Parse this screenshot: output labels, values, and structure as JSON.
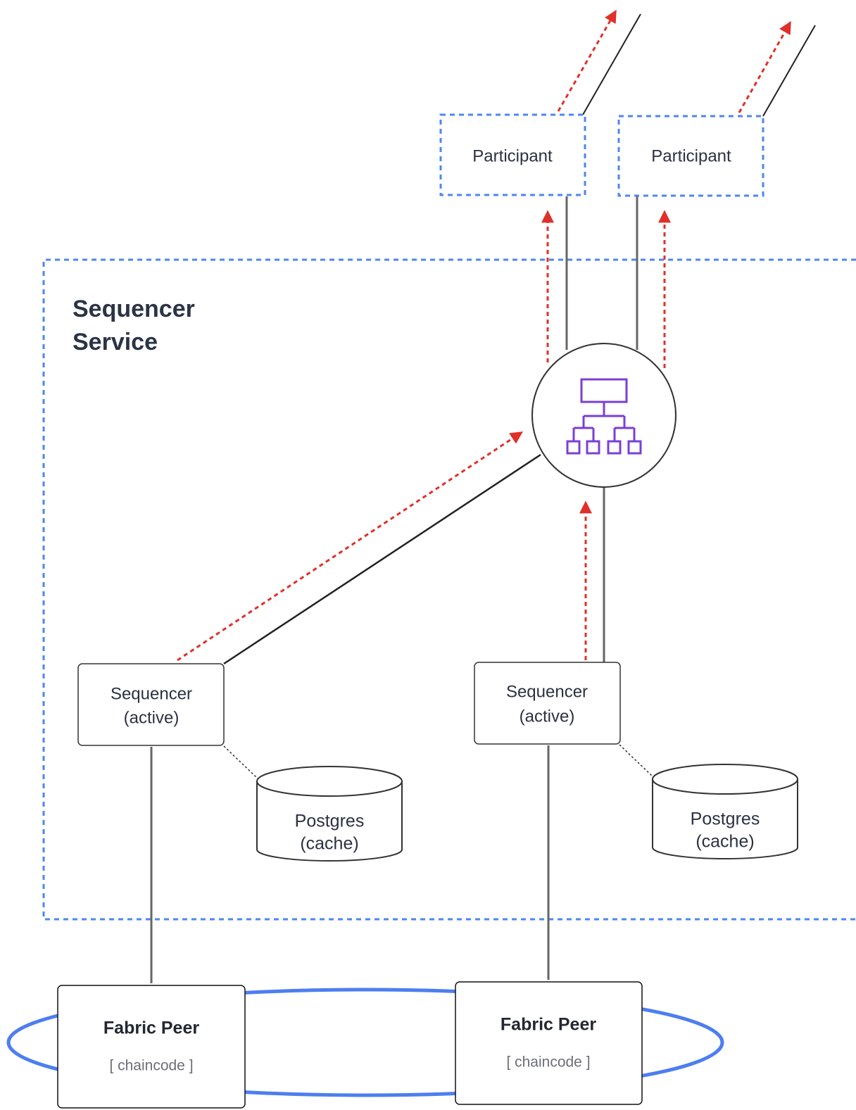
{
  "diagram": {
    "participants": [
      {
        "label": "Participant"
      },
      {
        "label": "Participant"
      }
    ],
    "sequencer_service": {
      "title_line1": "Sequencer",
      "title_line2": "Service"
    },
    "load_balancer": {
      "icon": "hierarchy-icon"
    },
    "sequencers": [
      {
        "line1": "Sequencer",
        "line2": "(active)"
      },
      {
        "line1": "Sequencer",
        "line2": "(active)"
      }
    ],
    "databases": [
      {
        "line1": "Postgres",
        "line2": "(cache)"
      },
      {
        "line1": "Postgres",
        "line2": "(cache)"
      }
    ],
    "fabric_peers": [
      {
        "title": "Fabric Peer",
        "sub": "[ chaincode ]"
      },
      {
        "title": "Fabric Peer",
        "sub": "[ chaincode ]"
      }
    ],
    "colors": {
      "boundary": "#4f86f0",
      "flow_arrow": "#e0302a",
      "icon": "#7b3fd4",
      "ring": "#4d7ef0",
      "line": "#222222",
      "connector": "#666666"
    }
  }
}
